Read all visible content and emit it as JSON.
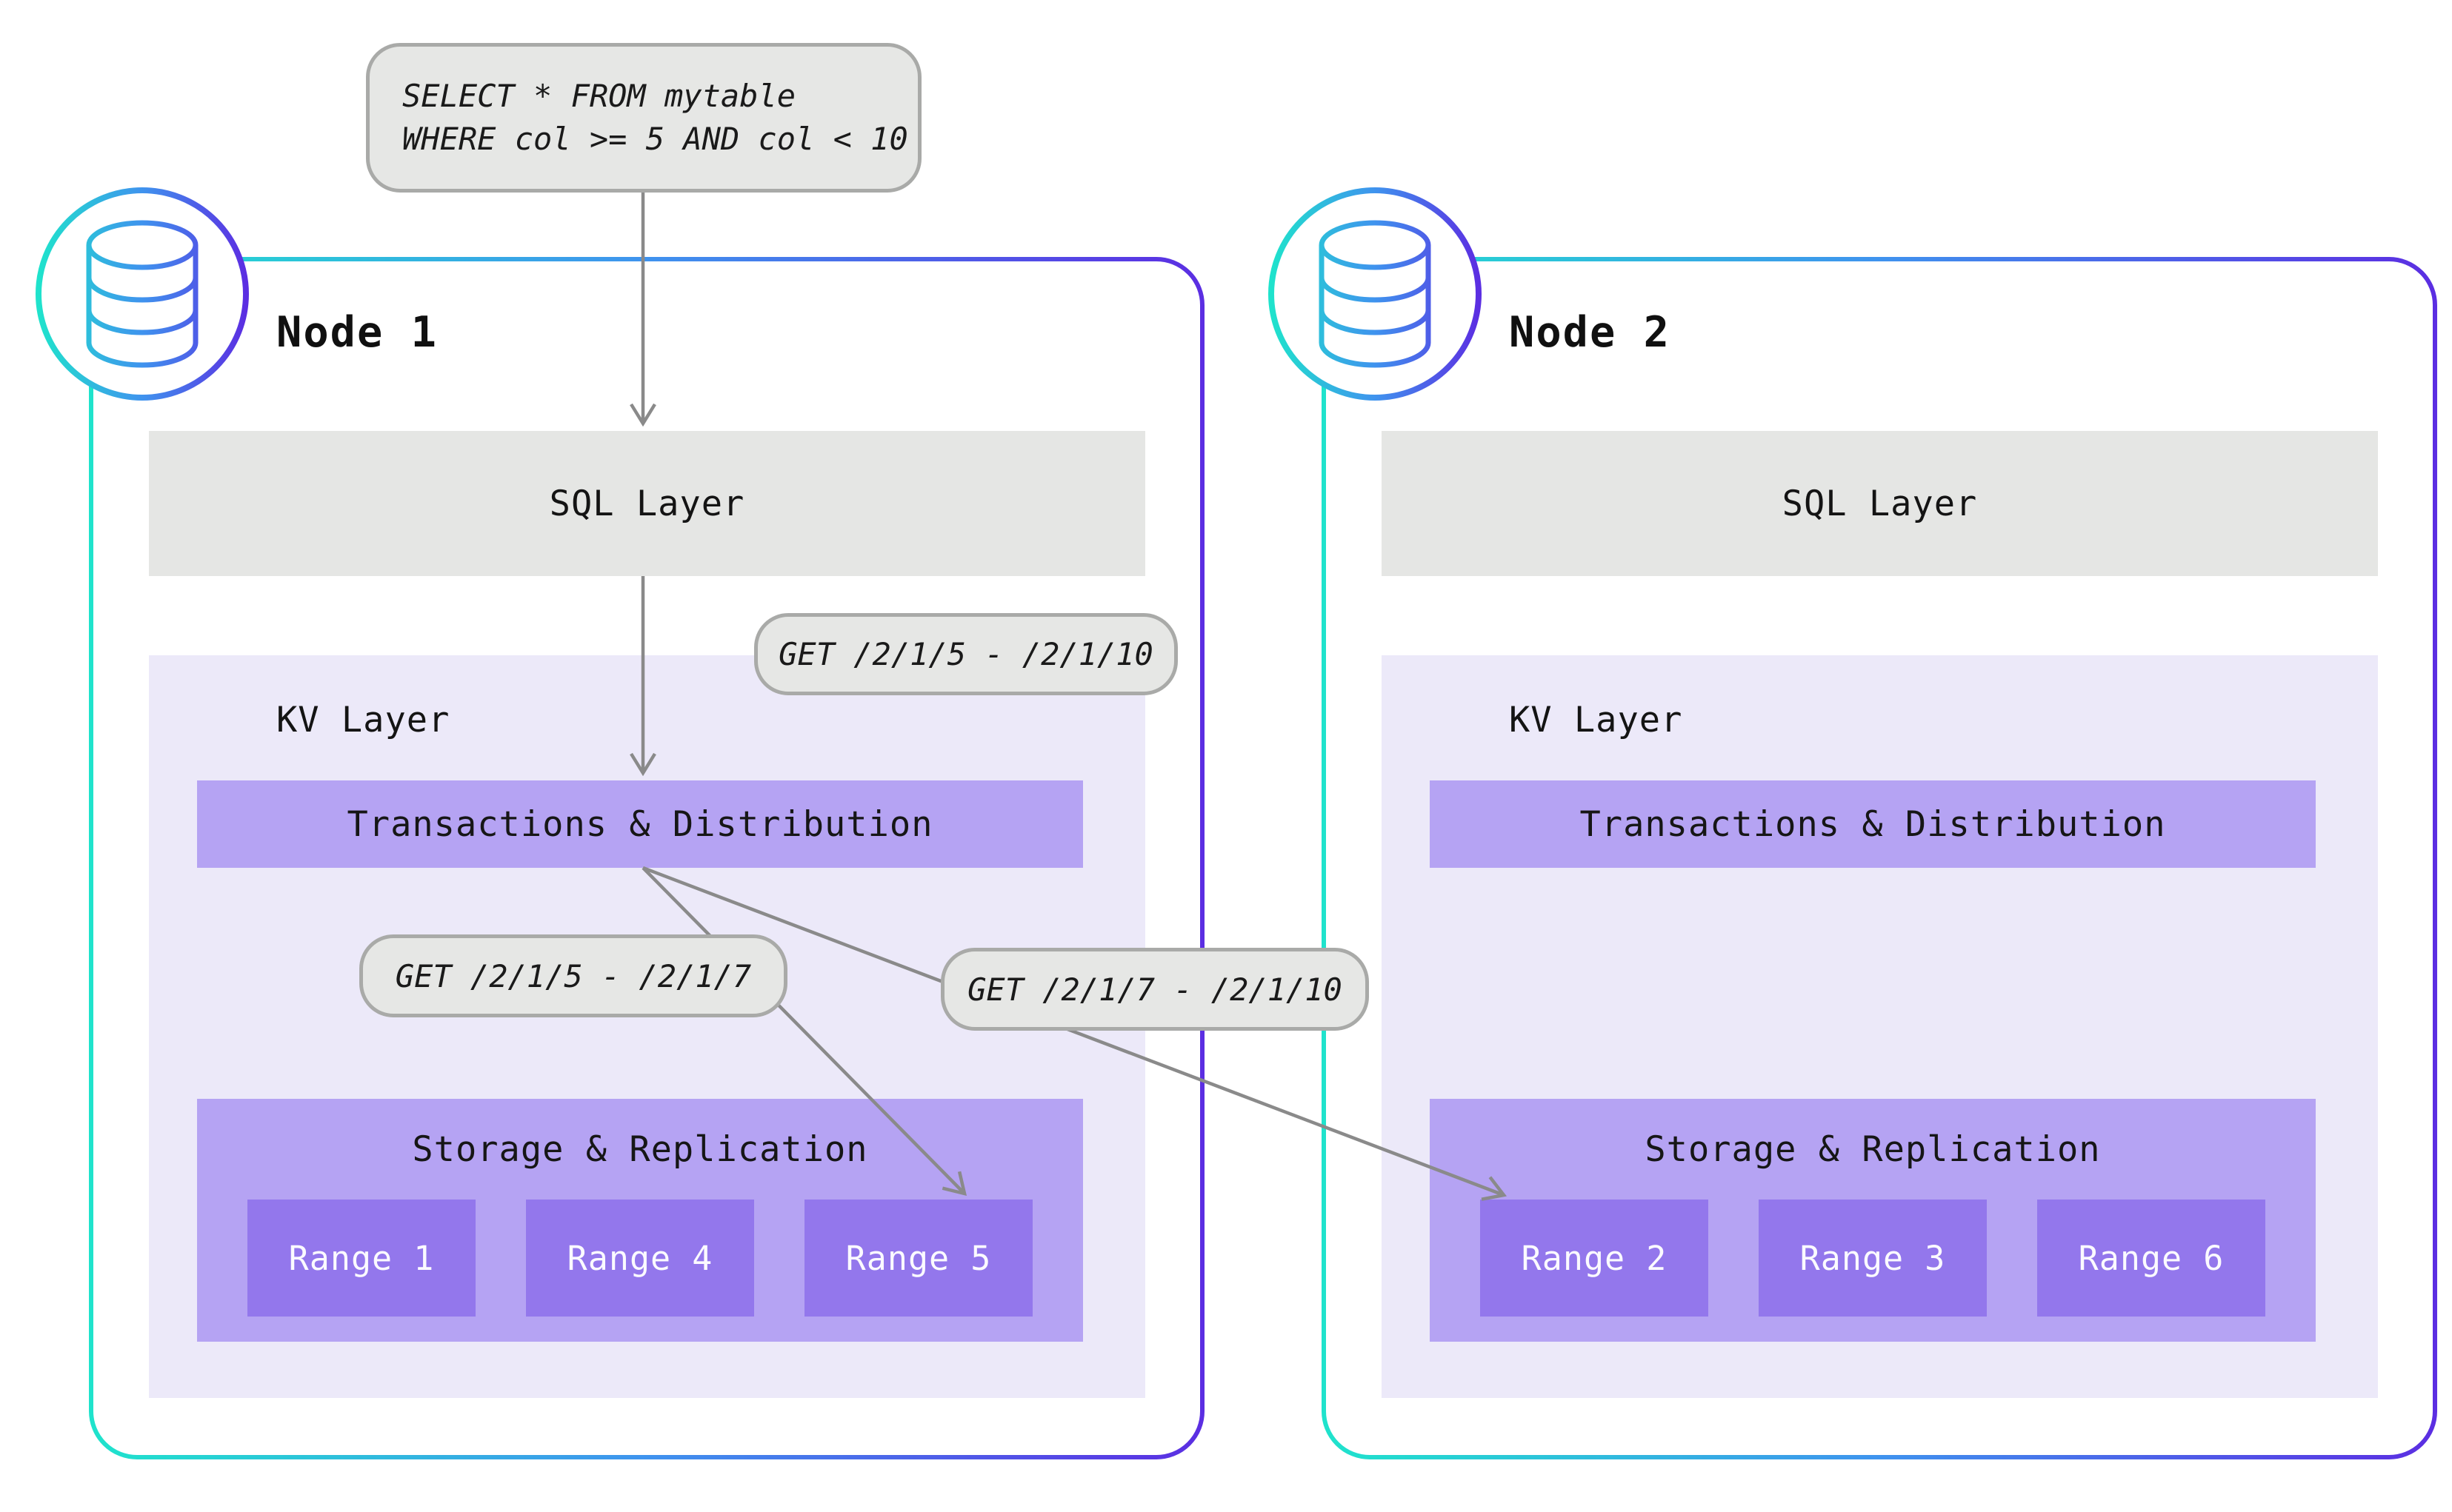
{
  "query_box": {
    "lines": [
      "SELECT * FROM mytable",
      "WHERE col >= 5 AND col < 10"
    ]
  },
  "request_labels": {
    "full_range": "GET /2/1/5 - /2/1/10",
    "left_split": "GET /2/1/5 - /2/1/7",
    "right_split": "GET /2/1/7 - /2/1/10"
  },
  "layer_labels": {
    "sql": "SQL Layer",
    "kv": "KV Layer",
    "transactions": "Transactions & Distribution",
    "storage": "Storage & Replication"
  },
  "nodes": [
    {
      "title": "Node 1",
      "icon": "database-icon",
      "ranges": [
        "Range 1",
        "Range 4",
        "Range 5"
      ]
    },
    {
      "title": "Node 2",
      "icon": "database-icon",
      "ranges": [
        "Range 2",
        "Range 3",
        "Range 6"
      ]
    }
  ],
  "colors": {
    "node_border_gradient_start": "#1fe3cc",
    "node_border_gradient_mid": "#3f93ee",
    "node_border_gradient_end": "#5b2ee2",
    "gray_box_fill": "#e6e7e5",
    "gray_box_border": "#a9aaa8",
    "sql_layer_fill": "#e5e6e4",
    "kv_layer_fill": "#ece9f9",
    "purple_bar_fill": "#b5a3f3",
    "range_fill": "#9377ec",
    "arrow_gray": "#8a8a8a",
    "text_dark": "#141414",
    "range_text": "#fbfaff"
  }
}
